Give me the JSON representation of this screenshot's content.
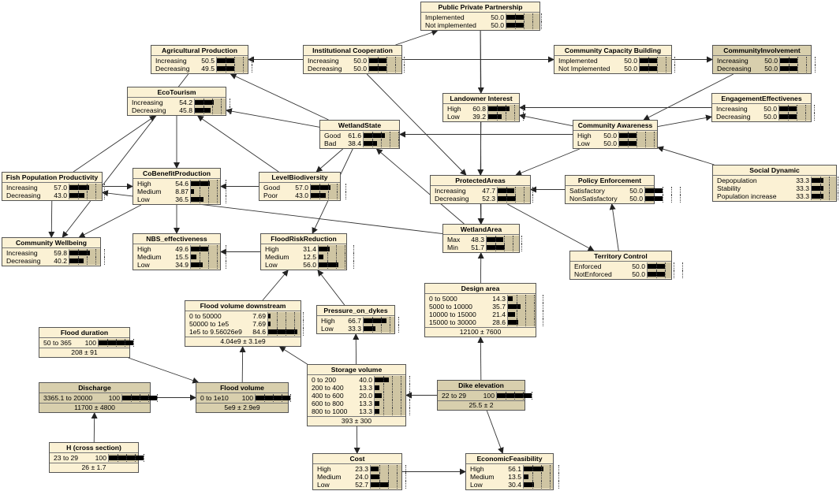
{
  "nodes": [
    {
      "id": "ppp",
      "title": "Public Private Partnership",
      "states": [
        {
          "label": "Implemented",
          "value": "50.0",
          "p": 0.5
        },
        {
          "label": "Not implemented",
          "value": "50.0",
          "p": 0.5
        }
      ]
    },
    {
      "id": "agri",
      "title": "Agricultural Production",
      "states": [
        {
          "label": "Increasing",
          "value": "50.5",
          "p": 0.505
        },
        {
          "label": "Decreasing",
          "value": "49.5",
          "p": 0.495
        }
      ]
    },
    {
      "id": "inst",
      "title": "Institutional Cooperation",
      "states": [
        {
          "label": "Increasing",
          "value": "50.0",
          "p": 0.5
        },
        {
          "label": "Decreasing",
          "value": "50.0",
          "p": 0.5
        }
      ]
    },
    {
      "id": "ccb",
      "title": "Community Capacity Building",
      "states": [
        {
          "label": "Implemented",
          "value": "50.0",
          "p": 0.5
        },
        {
          "label": "Not Implemented",
          "value": "50.0",
          "p": 0.5
        }
      ]
    },
    {
      "id": "cinv",
      "title": "CommunityInvolvement",
      "evidence": true,
      "states": [
        {
          "label": "Increasing",
          "value": "50.0",
          "p": 0.5
        },
        {
          "label": "Decreasing",
          "value": "50.0",
          "p": 0.5
        }
      ]
    },
    {
      "id": "eco",
      "title": "EcoTourism",
      "states": [
        {
          "label": "Increasing",
          "value": "54.2",
          "p": 0.542
        },
        {
          "label": "Decreasing",
          "value": "45.8",
          "p": 0.458
        }
      ]
    },
    {
      "id": "land",
      "title": "Landowner Interest",
      "states": [
        {
          "label": "High",
          "value": "60.8",
          "p": 0.608
        },
        {
          "label": "Low",
          "value": "39.2",
          "p": 0.392
        }
      ]
    },
    {
      "id": "eng",
      "title": "EngagementEffectivenes",
      "states": [
        {
          "label": "Increasing",
          "value": "50.0",
          "p": 0.5
        },
        {
          "label": "Decreasing",
          "value": "50.0",
          "p": 0.5
        }
      ]
    },
    {
      "id": "wstate",
      "title": "WetlandState",
      "states": [
        {
          "label": "Good",
          "value": "61.6",
          "p": 0.616
        },
        {
          "label": "Bad",
          "value": "38.4",
          "p": 0.384
        }
      ]
    },
    {
      "id": "caw",
      "title": "Community Awareness",
      "states": [
        {
          "label": "High",
          "value": "50.0",
          "p": 0.5
        },
        {
          "label": "Low",
          "value": "50.0",
          "p": 0.5
        }
      ]
    },
    {
      "id": "fish",
      "title": "Fish Population Productivity",
      "states": [
        {
          "label": "Increasing",
          "value": "57.0",
          "p": 0.57
        },
        {
          "label": "Decreasing",
          "value": "43.0",
          "p": 0.43
        }
      ]
    },
    {
      "id": "cob",
      "title": "CoBenefitProduction",
      "states": [
        {
          "label": "High",
          "value": "54.6",
          "p": 0.546
        },
        {
          "label": "Medium",
          "value": "8.87",
          "p": 0.0887
        },
        {
          "label": "Low",
          "value": "36.5",
          "p": 0.365
        }
      ]
    },
    {
      "id": "lbio",
      "title": "LevelBiodiversity",
      "states": [
        {
          "label": "Good",
          "value": "57.0",
          "p": 0.57
        },
        {
          "label": "Poor",
          "value": "43.0",
          "p": 0.43
        }
      ]
    },
    {
      "id": "pa",
      "title": "ProtectedAreas",
      "states": [
        {
          "label": "Increasing",
          "value": "47.7",
          "p": 0.477
        },
        {
          "label": "Decreasing",
          "value": "52.3",
          "p": 0.523
        }
      ]
    },
    {
      "id": "pe",
      "title": "Policy Enforcement",
      "states": [
        {
          "label": "Satisfactory",
          "value": "50.0",
          "p": 0.5
        },
        {
          "label": "NonSatisfactory",
          "value": "50.0",
          "p": 0.5
        }
      ]
    },
    {
      "id": "sd",
      "title": "Social Dynamic",
      "states": [
        {
          "label": "Depopulation",
          "value": "33.3",
          "p": 0.333
        },
        {
          "label": "Stability",
          "value": "33.3",
          "p": 0.333
        },
        {
          "label": "Population increase",
          "value": "33.3",
          "p": 0.333
        }
      ]
    },
    {
      "id": "cw",
      "title": "Community Wellbeing",
      "states": [
        {
          "label": "Increasing",
          "value": "59.8",
          "p": 0.598
        },
        {
          "label": "Decreasing",
          "value": "40.2",
          "p": 0.402
        }
      ]
    },
    {
      "id": "nbs",
      "title": "NBS_effectiveness",
      "states": [
        {
          "label": "High",
          "value": "49.6",
          "p": 0.496
        },
        {
          "label": "Medium",
          "value": "15.5",
          "p": 0.155
        },
        {
          "label": "Low",
          "value": "34.9",
          "p": 0.349
        }
      ]
    },
    {
      "id": "frr",
      "title": "FloodRiskReduction",
      "states": [
        {
          "label": "High",
          "value": "31.4",
          "p": 0.314
        },
        {
          "label": "Medium",
          "value": "12.5",
          "p": 0.125
        },
        {
          "label": "Low",
          "value": "56.0",
          "p": 0.56
        }
      ]
    },
    {
      "id": "wa",
      "title": "WetlandArea",
      "states": [
        {
          "label": "Max",
          "value": "48.3",
          "p": 0.483
        },
        {
          "label": "Min",
          "value": "51.7",
          "p": 0.517
        }
      ]
    },
    {
      "id": "tc",
      "title": "Territory Control",
      "states": [
        {
          "label": "Enforced",
          "value": "50.0",
          "p": 0.5
        },
        {
          "label": "NotEnforced",
          "value": "50.0",
          "p": 0.5
        }
      ]
    },
    {
      "id": "fvd",
      "title": "Flood volume downstream",
      "states": [
        {
          "label": "0 to 50000",
          "value": "7.69",
          "p": 0.0769
        },
        {
          "label": "50000 to 1e5",
          "value": "7.69",
          "p": 0.0769
        },
        {
          "label": "1e5 to 9.56026e9",
          "value": "84.6",
          "p": 0.846
        }
      ],
      "footer": "4.04e9 ± 3.1e9"
    },
    {
      "id": "pod",
      "title": "Pressure_on_dykes",
      "states": [
        {
          "label": "High",
          "value": "66.7",
          "p": 0.667
        },
        {
          "label": "Low",
          "value": "33.3",
          "p": 0.333
        }
      ]
    },
    {
      "id": "da",
      "title": "Design area",
      "states": [
        {
          "label": "0 to 5000",
          "value": "14.3",
          "p": 0.143
        },
        {
          "label": "5000 to 10000",
          "value": "35.7",
          "p": 0.357
        },
        {
          "label": "10000 to 15000",
          "value": "21.4",
          "p": 0.214
        },
        {
          "label": "15000 to 30000",
          "value": "28.6",
          "p": 0.286
        }
      ],
      "footer": "12100 ± 7600"
    },
    {
      "id": "fd",
      "title": "Flood duration",
      "states": [
        {
          "label": "50 to 365",
          "value": "100",
          "p": 1.0
        }
      ],
      "footer": "208 ± 91"
    },
    {
      "id": "sv",
      "title": "Storage volume",
      "states": [
        {
          "label": "0 to 200",
          "value": "40.0",
          "p": 0.4
        },
        {
          "label": "200 to 400",
          "value": "13.3",
          "p": 0.133
        },
        {
          "label": "400 to 600",
          "value": "20.0",
          "p": 0.2
        },
        {
          "label": "600 to 800",
          "value": "13.3",
          "p": 0.133
        },
        {
          "label": "800 to 1000",
          "value": "13.3",
          "p": 0.133
        }
      ],
      "footer": "393 ± 300"
    },
    {
      "id": "dis",
      "title": "Discharge",
      "evidence": true,
      "states": [
        {
          "label": "3365.1 to 20000",
          "value": "100",
          "p": 1.0
        }
      ],
      "footer": "11700 ± 4800"
    },
    {
      "id": "fv",
      "title": "Flood volume",
      "evidence": true,
      "states": [
        {
          "label": "0 to 1e10",
          "value": "100",
          "p": 1.0
        }
      ],
      "footer": "5e9 ± 2.9e9"
    },
    {
      "id": "de",
      "title": "Dike elevation",
      "evidence": true,
      "states": [
        {
          "label": "22 to 29",
          "value": "100",
          "p": 1.0
        }
      ],
      "footer": "25.5 ± 2"
    },
    {
      "id": "h",
      "title": "H (cross section)",
      "states": [
        {
          "label": "23 to 29",
          "value": "100",
          "p": 1.0
        }
      ],
      "footer": "26 ± 1.7"
    },
    {
      "id": "cost",
      "title": "Cost",
      "states": [
        {
          "label": "High",
          "value": "23.3",
          "p": 0.233
        },
        {
          "label": "Medium",
          "value": "24.0",
          "p": 0.24
        },
        {
          "label": "Low",
          "value": "52.7",
          "p": 0.527
        }
      ]
    },
    {
      "id": "ef",
      "title": "EconomicFeasibility",
      "states": [
        {
          "label": "High",
          "value": "56.1",
          "p": 0.561
        },
        {
          "label": "Medium",
          "value": "13.5",
          "p": 0.135
        },
        {
          "label": "Low",
          "value": "30.4",
          "p": 0.304
        }
      ]
    }
  ]
}
